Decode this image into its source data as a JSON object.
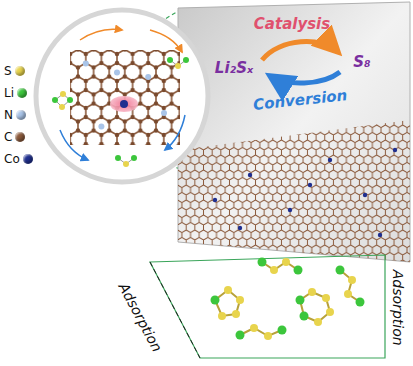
{
  "diagram": {
    "labels": [
      "Catalysis",
      "Li₂Sₓ",
      "S₈",
      "Conversion",
      "Adsorption",
      "Adsorption"
    ],
    "legend": [
      {
        "text": "S",
        "color": "#e8d44d"
      },
      {
        "text": "Li",
        "color": "#3cc63c"
      },
      {
        "text": "N",
        "color": "#a9c4e8"
      },
      {
        "text": "C",
        "color": "#8b5a3c"
      },
      {
        "text": "Co",
        "color": "#1f2f8f"
      }
    ]
  }
}
